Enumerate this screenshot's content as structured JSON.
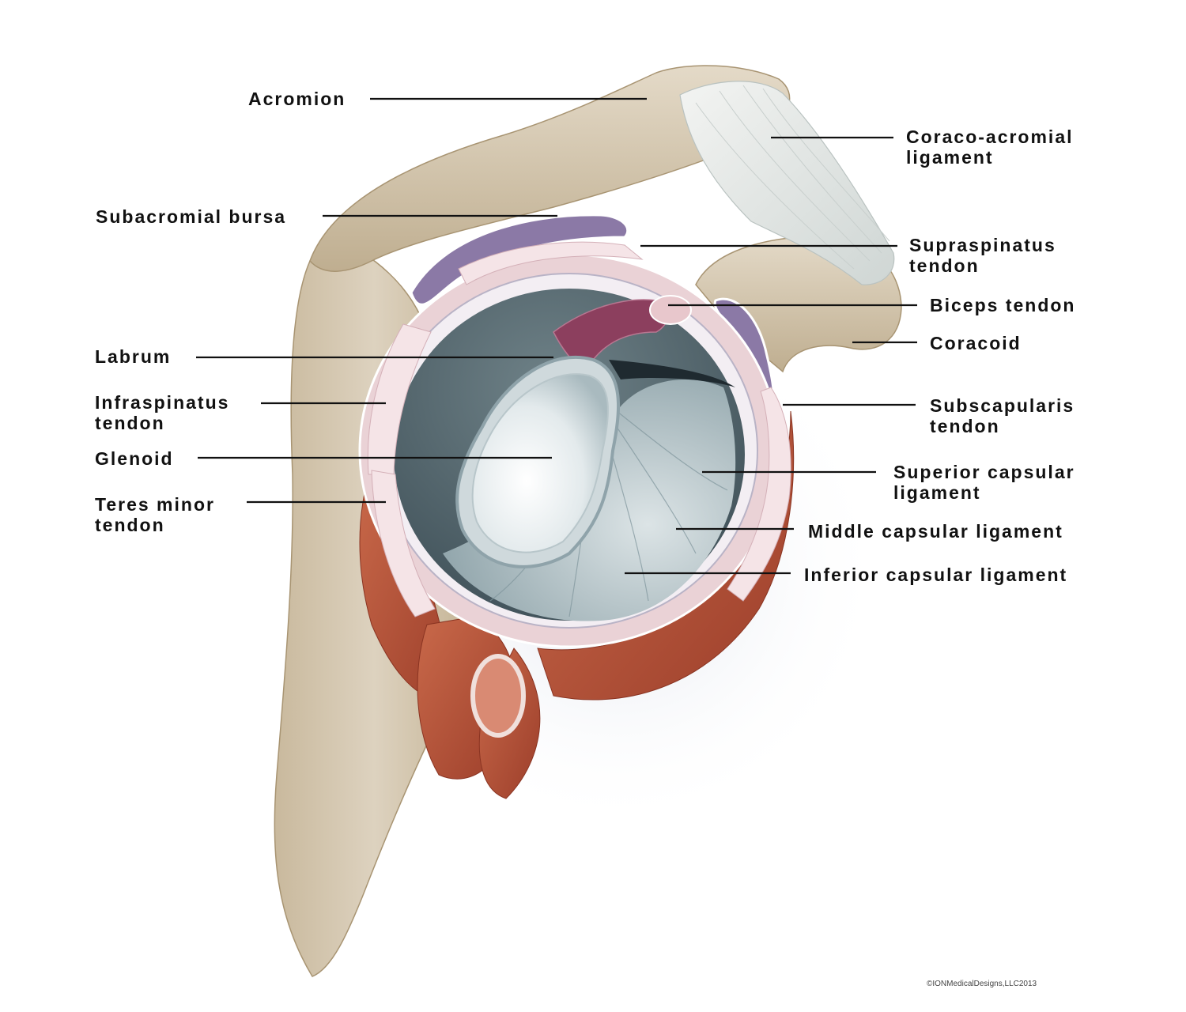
{
  "labels": {
    "acromion": [
      "Acromion"
    ],
    "coraco_acromial": [
      "Coraco-acromial",
      "ligament"
    ],
    "subacromial_bursa": [
      "Subacromial bursa"
    ],
    "supraspinatus": [
      "Supraspinatus",
      "tendon"
    ],
    "biceps": [
      "Biceps tendon"
    ],
    "coracoid": [
      "Coracoid"
    ],
    "labrum": [
      "Labrum"
    ],
    "infraspinatus": [
      "Infraspinatus",
      "tendon"
    ],
    "subscapularis": [
      "Subscapularis",
      "tendon"
    ],
    "glenoid": [
      "Glenoid"
    ],
    "superior_capsular": [
      "Superior capsular",
      "ligament"
    ],
    "teres_minor": [
      "Teres minor",
      "tendon"
    ],
    "middle_capsular": [
      "Middle capsular ligament"
    ],
    "inferior_capsular": [
      "Inferior capsular ligament"
    ]
  },
  "copyright": "©IONMedicalDesigns,LLC2013",
  "colors": {
    "bone": "#d9cdb8",
    "bone_shadow": "#b8a688",
    "ligament": "#e8ebe8",
    "bursa": "#8b79a6",
    "tendon": "#ead2d6",
    "muscle": "#b9573c",
    "joint_cavity": "#586a72",
    "cartilage": "#cfd9dc",
    "leader": "#111111"
  }
}
